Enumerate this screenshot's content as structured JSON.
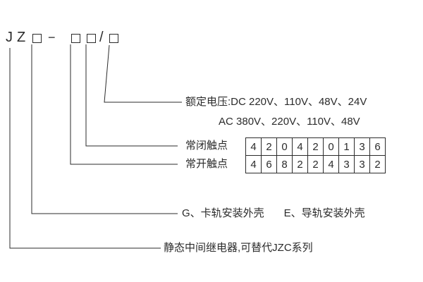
{
  "model_code": {
    "series": "JZ",
    "dash": "−",
    "slash": "/"
  },
  "callouts": {
    "rated_voltage_dc": "额定电压:DC 220V、110V、48V、24V",
    "rated_voltage_ac": "AC 380V、220V、110V、48V",
    "normally_closed": "常闭触点",
    "normally_open": "常开触点",
    "shell_g": "G、卡轨安装外壳",
    "shell_e": "E、导轨安装外壳",
    "series_desc": "静态中间继电器,可替代JZC系列"
  },
  "contact_table": {
    "normally_closed_row": [
      "4",
      "2",
      "0",
      "4",
      "2",
      "0",
      "1",
      "3",
      "6"
    ],
    "normally_open_row": [
      "4",
      "6",
      "8",
      "2",
      "2",
      "4",
      "3",
      "3",
      "2"
    ]
  },
  "colors": {
    "text": "#2b2b2b",
    "line": "#2b2b2b",
    "background": "#ffffff"
  }
}
